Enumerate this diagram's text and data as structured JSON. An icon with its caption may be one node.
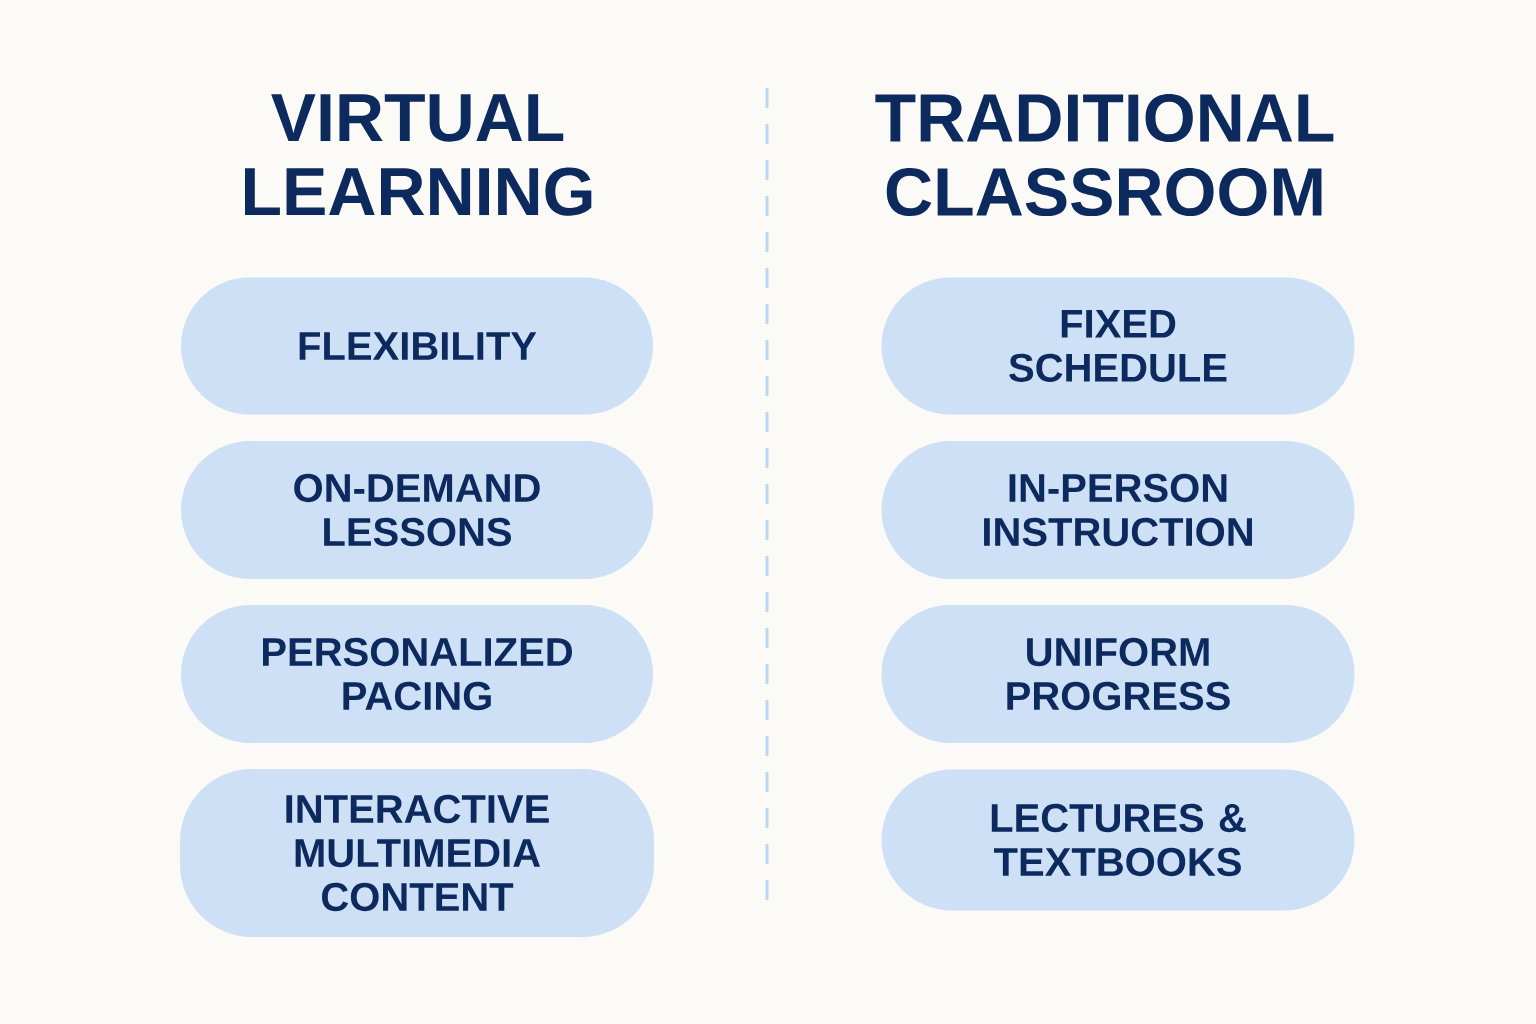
{
  "diagram": {
    "nodes": [
      {
        "text": [
          "FLEXIBILITY"
        ]
      },
      {
        "text": [
          "ON-DEMAND LESSONS"
        ]
      },
      {
        "text": [
          "PERSONALIZED PACING"
        ]
      },
      {
        "text": [
          "INTERACTIVE MULTIMEDIA CONTENT"
        ]
      },
      {
        "text": [
          "FIXED SCHEDULE"
        ]
      },
      {
        "text": [
          "IN-PERSON INSTRUCTION"
        ]
      },
      {
        "text": [
          "UNIFORM PROGRESS"
        ]
      },
      {
        "text": [
          "LECTURES & TEXTBOOKS"
        ]
      }
    ],
    "labels": [
      "VIRTUAL LEARNING",
      "TRADITIONAL CLASSROOM"
    ]
  }
}
